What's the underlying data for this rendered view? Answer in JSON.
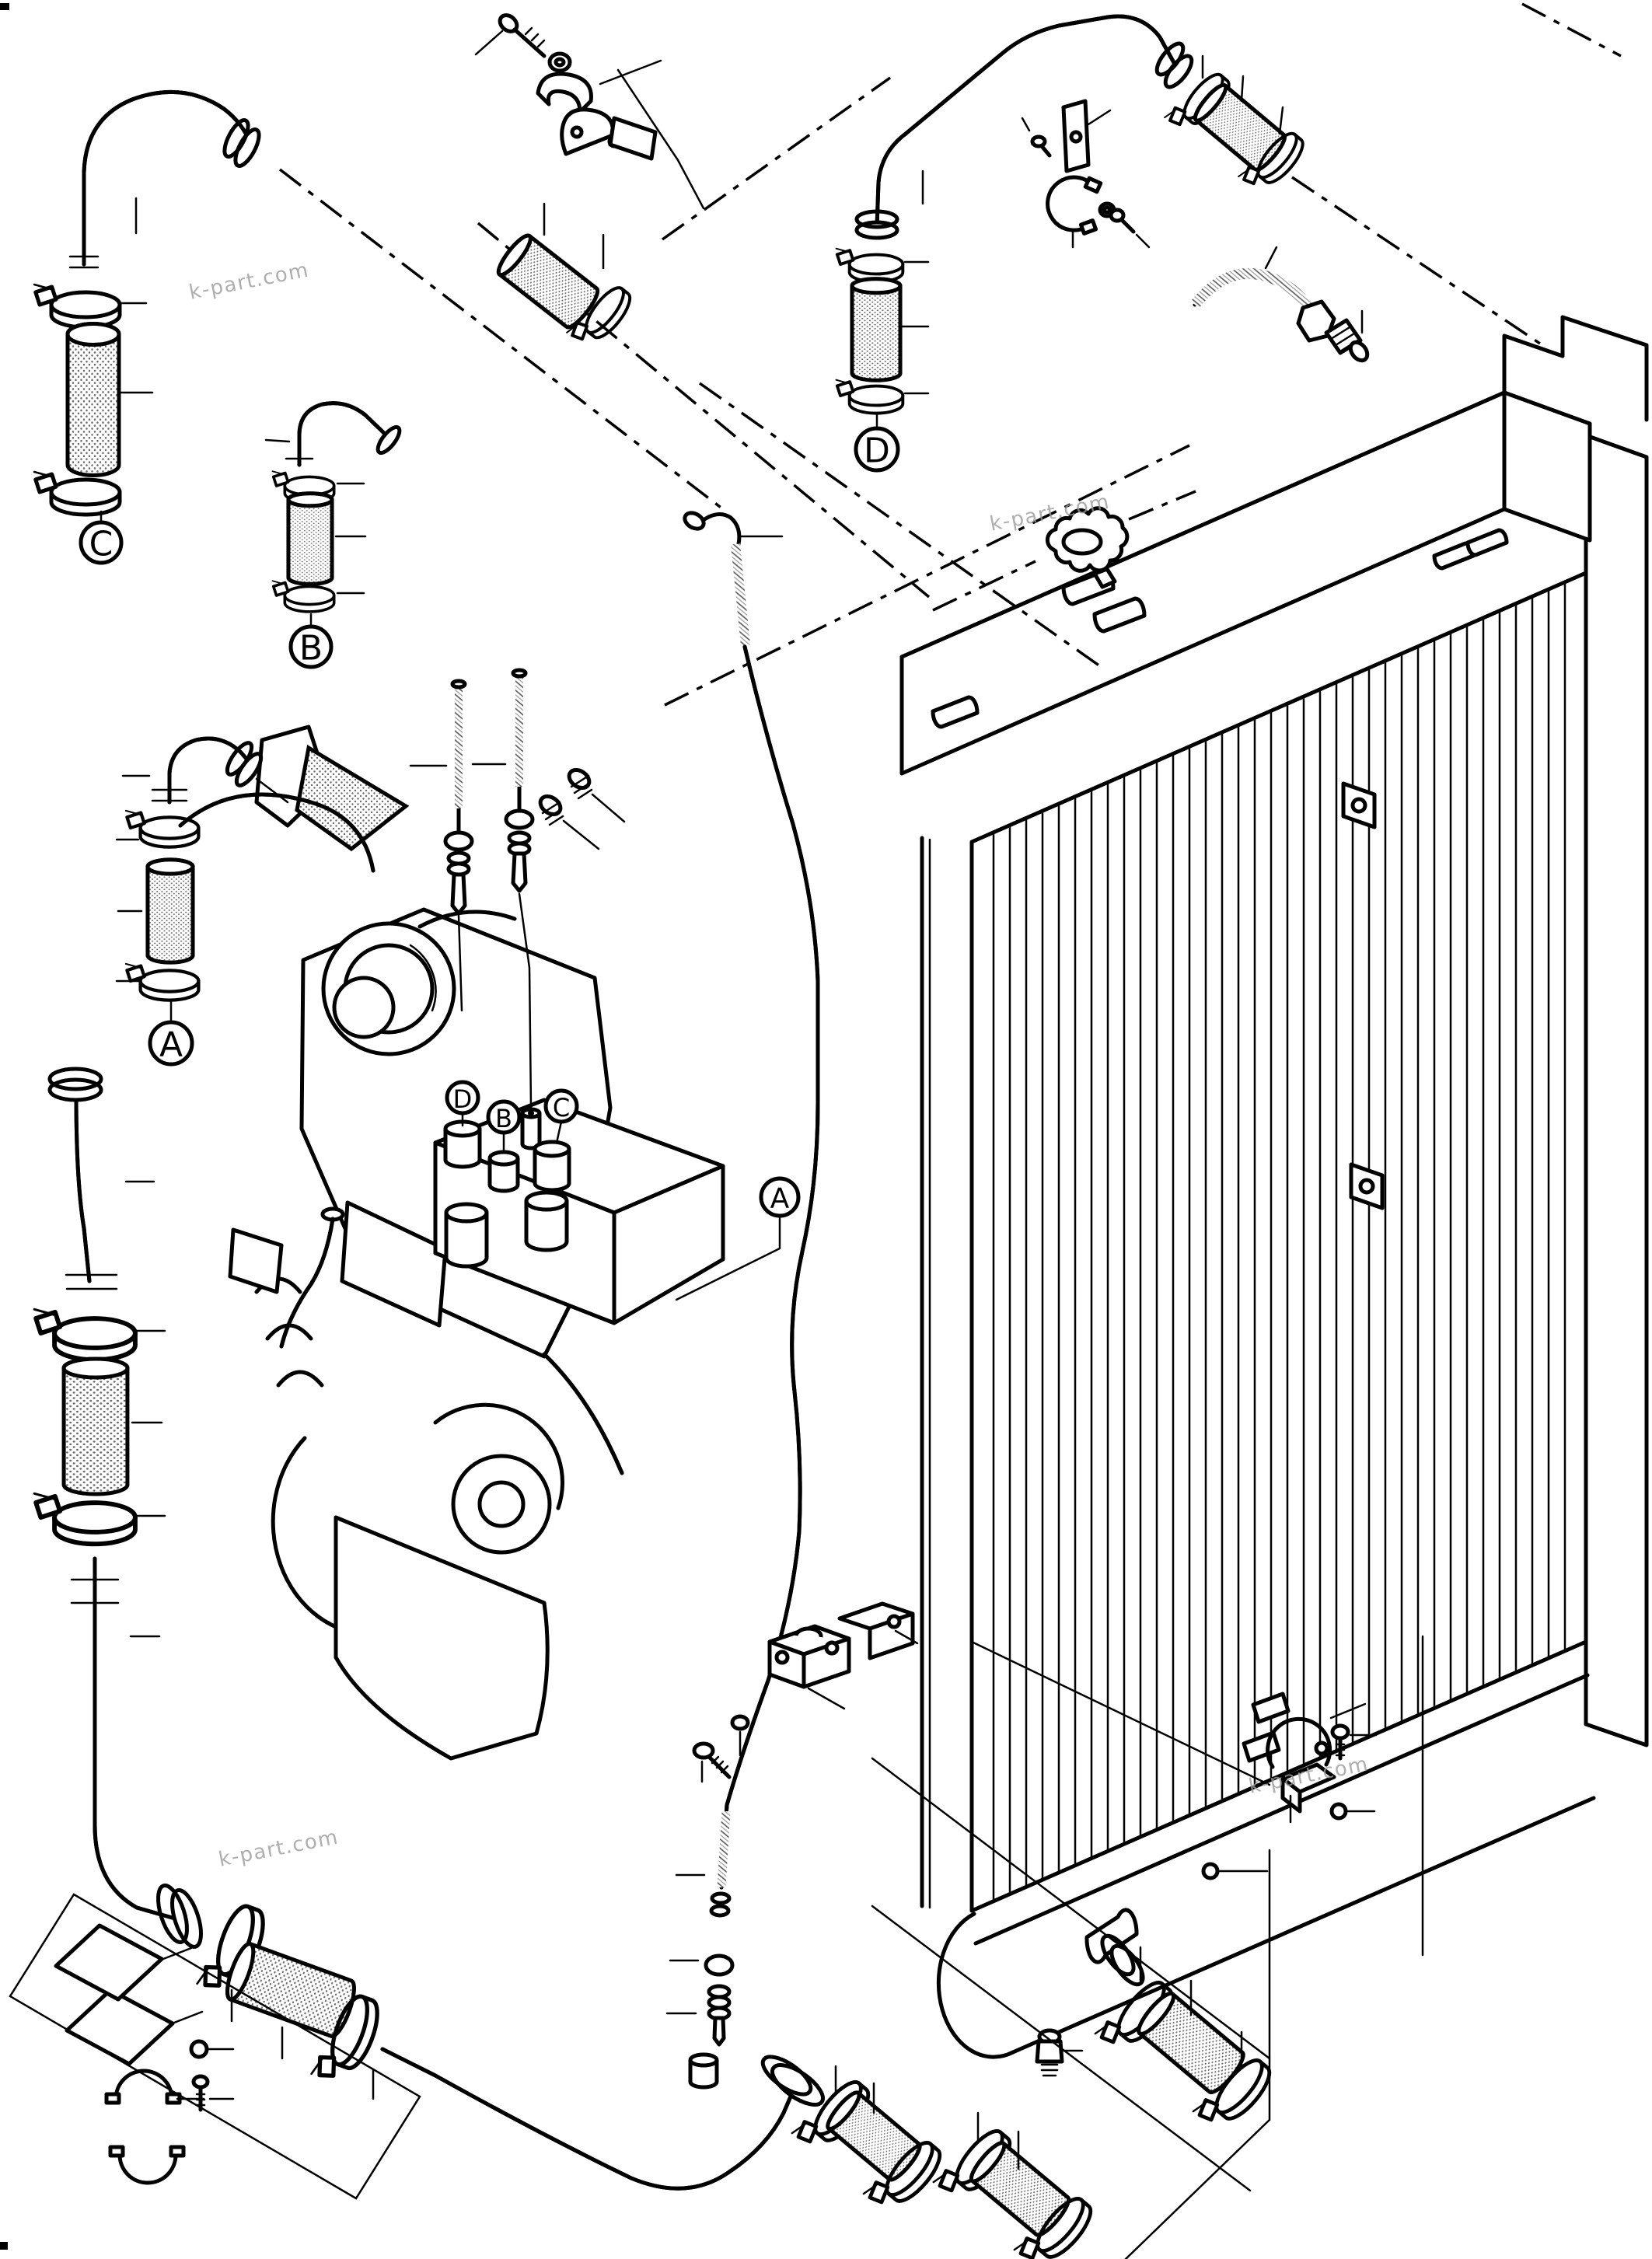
{
  "diagram": {
    "type": "exploded-parts-diagram",
    "subject": "engine cooling system - radiator, hoses and clamps",
    "watermarks": [
      {
        "text": "k-part.com"
      },
      {
        "text": "k-part.com"
      },
      {
        "text": "k-part.com"
      },
      {
        "text": "k-part.com"
      }
    ],
    "callouts": {
      "stack": [
        {
          "letter": "C"
        },
        {
          "letter": "B"
        },
        {
          "letter": "D"
        },
        {
          "letter": "A"
        }
      ],
      "engine_ports": [
        {
          "letter": "D"
        },
        {
          "letter": "B"
        },
        {
          "letter": "C"
        },
        {
          "letter": "A"
        }
      ]
    },
    "colors": {
      "ink": "#000000",
      "paper": "#ffffff",
      "watermark": "#9b9b9b"
    }
  }
}
